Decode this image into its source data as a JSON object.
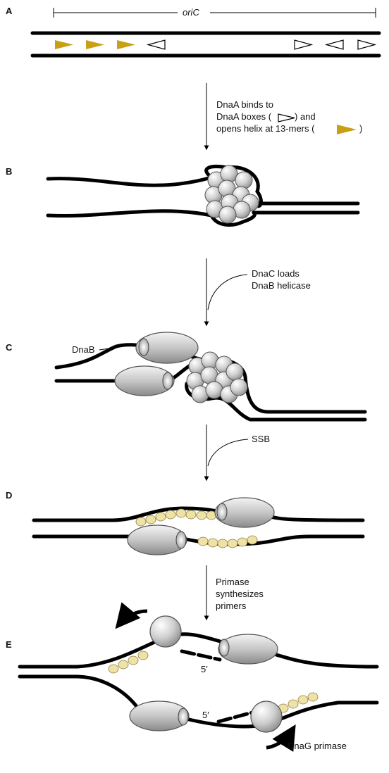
{
  "panels": {
    "a": {
      "label": "A",
      "bracket_label": "oriC"
    },
    "b": {
      "label": "B"
    },
    "c": {
      "label": "C",
      "callout": "DnaB"
    },
    "d": {
      "label": "D"
    },
    "e": {
      "label": "E",
      "primer_end_top": "5′",
      "primer_end_bottom": "5′",
      "callout": "DnaG primase"
    }
  },
  "steps": {
    "ab": {
      "lines": [
        "DnaA binds to",
        "DnaA boxes (",
        "opens helix at 13-mers ("
      ],
      "tail_1": ") and",
      "tail_2": ")"
    },
    "bc": {
      "lines": [
        "DnaC loads",
        "DnaB helicase"
      ]
    },
    "cd": {
      "lines": [
        "SSB"
      ]
    },
    "de": {
      "lines": [
        "Primase",
        "synthesizes",
        "primers"
      ]
    }
  },
  "colors": {
    "gold_13mer": "#c8a016",
    "ssb": "#efe2a6",
    "protein_grey": "#c9c9c9",
    "strand": "#000000"
  },
  "icons": {
    "dnaa_box": "open-triangle-icon",
    "thirteen_mer": "gold-triangle-icon",
    "dnaa_protein": "grey-sphere-icon",
    "helicase": "grey-ellipsoid-icon",
    "ssb_protein": "yellow-bead-icon",
    "primase": "grey-sphere-icon"
  }
}
